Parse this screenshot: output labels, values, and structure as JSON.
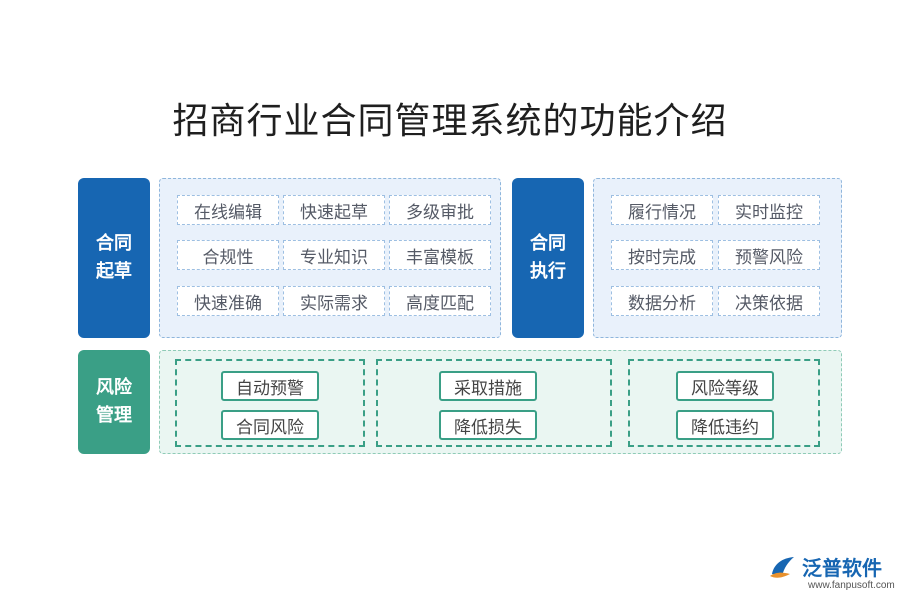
{
  "title": "招商行业合同管理系统的功能介绍",
  "drafting": {
    "label": "合同\n起草",
    "tags": [
      "在线编辑",
      "快速起草",
      "多级审批",
      "合规性",
      "专业知识",
      "丰富模板",
      "快速准确",
      "实际需求",
      "高度匹配"
    ]
  },
  "execution": {
    "label": "合同\n执行",
    "tags": [
      "履行情况",
      "实时监控",
      "按时完成",
      "预警风险",
      "数据分析",
      "决策依据"
    ]
  },
  "risk": {
    "label": "风险\n管理",
    "groups": [
      [
        "自动预警",
        "合同风险"
      ],
      [
        "采取措施",
        "降低损失"
      ],
      [
        "风险等级",
        "降低违约"
      ]
    ]
  },
  "logo": {
    "name": "泛普软件",
    "url": "www.fanpusoft.com"
  },
  "colors": {
    "blue": "#1766b2",
    "green": "#3a9f86"
  }
}
